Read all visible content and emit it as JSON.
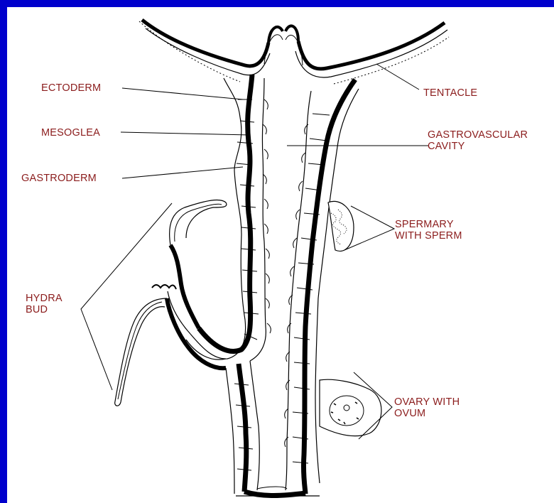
{
  "colors": {
    "background": "#0000cc",
    "slide": "#ffffff",
    "label_text": "#8b1c1c",
    "outline": "#000000"
  },
  "labels": {
    "ectoderm": "ECTODERM",
    "mesoglea": "MESOGLEA",
    "gastroderm": "GASTRODERM",
    "tentacle": "TENTACLE",
    "gastrovascular_line1": "GASTROVASCULAR",
    "gastrovascular_line2": "CAVITY",
    "spermary_line1": "SPERMARY",
    "spermary_line2": "WITH SPERM",
    "hydra_bud_line1": "HYDRA",
    "hydra_bud_line2": "BUD",
    "ovary_line1": "OVARY WITH",
    "ovary_line2": "OVUM"
  }
}
